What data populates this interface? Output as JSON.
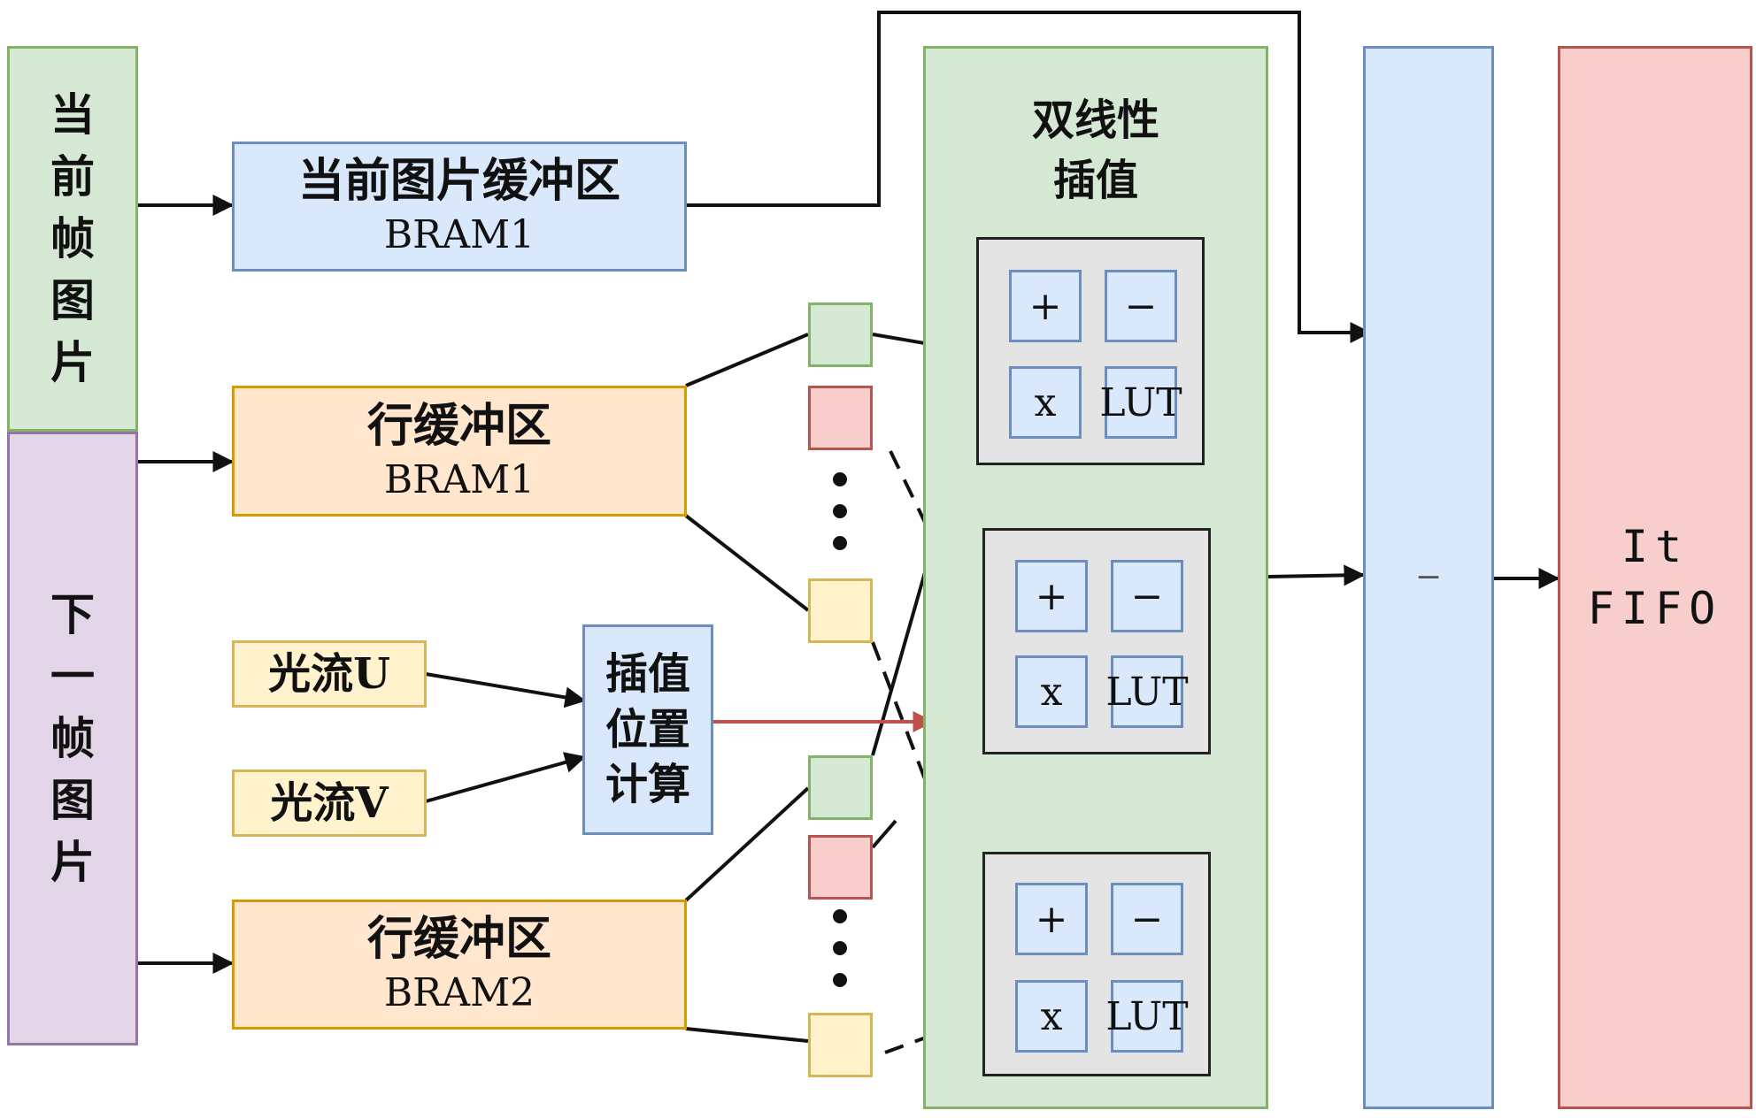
{
  "current_frame": {
    "chars": [
      "当",
      "前",
      "帧",
      "图",
      "片"
    ]
  },
  "next_frame": {
    "chars": [
      "下",
      "一",
      "帧",
      "图",
      "片"
    ]
  },
  "img_buffer": {
    "title": "当前图片缓冲区",
    "subtitle": "BRAM1"
  },
  "line_buffer1": {
    "title": "行缓冲区",
    "subtitle": "BRAM1"
  },
  "line_buffer2": {
    "title": "行缓冲区",
    "subtitle": "BRAM2"
  },
  "flow_u": {
    "label": "光流U"
  },
  "flow_v": {
    "label": "光流V"
  },
  "interp_pos": {
    "lines": [
      "插值",
      "位置",
      "计算"
    ]
  },
  "bilinear": {
    "lines": [
      "双线性",
      "插值"
    ]
  },
  "units": [
    {
      "plus": "+",
      "minus": "−",
      "mul": "x",
      "lut": "LUT"
    },
    {
      "plus": "+",
      "minus": "−",
      "mul": "x",
      "lut": "LUT"
    },
    {
      "plus": "+",
      "minus": "−",
      "mul": "x",
      "lut": "LUT"
    }
  ],
  "subtract": {
    "label": "−"
  },
  "fifo": {
    "line1": "It",
    "line2": "FIFO"
  },
  "colors": {
    "arrow": "#111111",
    "red_arrow": "#c0504d"
  }
}
